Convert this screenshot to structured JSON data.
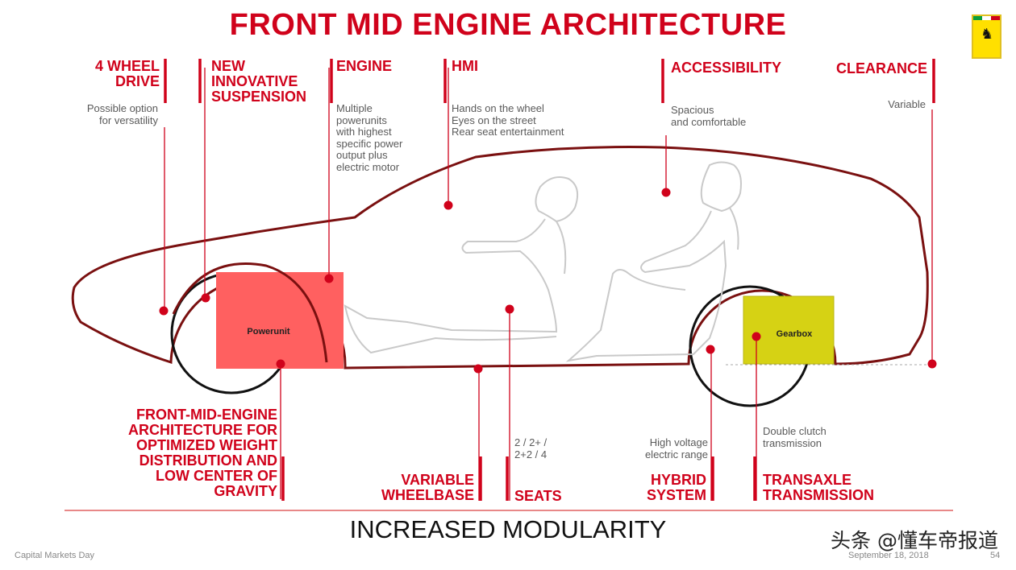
{
  "title": "FRONT MID ENGINE ARCHITECTURE",
  "footer": "INCREASED MODULARITY",
  "bottom_left": "Capital Markets Day",
  "bottom_date": "September 18, 2018",
  "page_number": "54",
  "watermark": "头条 @懂车帝报道",
  "colors": {
    "accent": "#d0021b",
    "powerunit": "#ff6060",
    "gearbox": "#d6d214",
    "car_outline": "#7a1010"
  },
  "boxes": {
    "powerunit": "Powerunit",
    "gearbox": "Gearbox"
  },
  "top": {
    "four_wheel": {
      "title": [
        "4 WHEEL",
        "DRIVE"
      ],
      "desc": [
        "Possible option",
        "for versatility"
      ]
    },
    "suspension": {
      "title": [
        "NEW",
        "INNOVATIVE",
        "SUSPENSION"
      ]
    },
    "engine": {
      "title": [
        "ENGINE"
      ],
      "desc": [
        "Multiple",
        "powerunits",
        "with highest",
        "specific power",
        "output plus",
        "electric motor"
      ]
    },
    "hmi": {
      "title": [
        "HMI"
      ],
      "desc": [
        "Hands on the wheel",
        "Eyes on the street",
        "Rear seat entertainment"
      ]
    },
    "accessibility": {
      "title": [
        "ACCESSIBILITY"
      ],
      "desc": [
        "Spacious",
        "and comfortable"
      ]
    },
    "clearance": {
      "title": [
        "CLEARANCE"
      ],
      "desc": [
        "Variable"
      ]
    }
  },
  "bottom": {
    "architecture": {
      "title": [
        "FRONT-MID-ENGINE",
        "ARCHITECTURE FOR",
        "OPTIMIZED WEIGHT",
        "DISTRIBUTION AND",
        "LOW CENTER OF",
        "GRAVITY"
      ]
    },
    "wheelbase": {
      "title": [
        "VARIABLE",
        "WHEELBASE"
      ]
    },
    "seats": {
      "title": [
        "SEATS"
      ],
      "desc": [
        "2 / 2+ /",
        "2+2 / 4"
      ]
    },
    "hybrid": {
      "title": [
        "HYBRID",
        "SYSTEM"
      ],
      "desc": [
        "High voltage",
        "electric range"
      ]
    },
    "transaxle": {
      "title": [
        "TRANSAXLE",
        "TRANSMISSION"
      ],
      "desc": [
        "Double clutch",
        "transmission"
      ]
    }
  }
}
